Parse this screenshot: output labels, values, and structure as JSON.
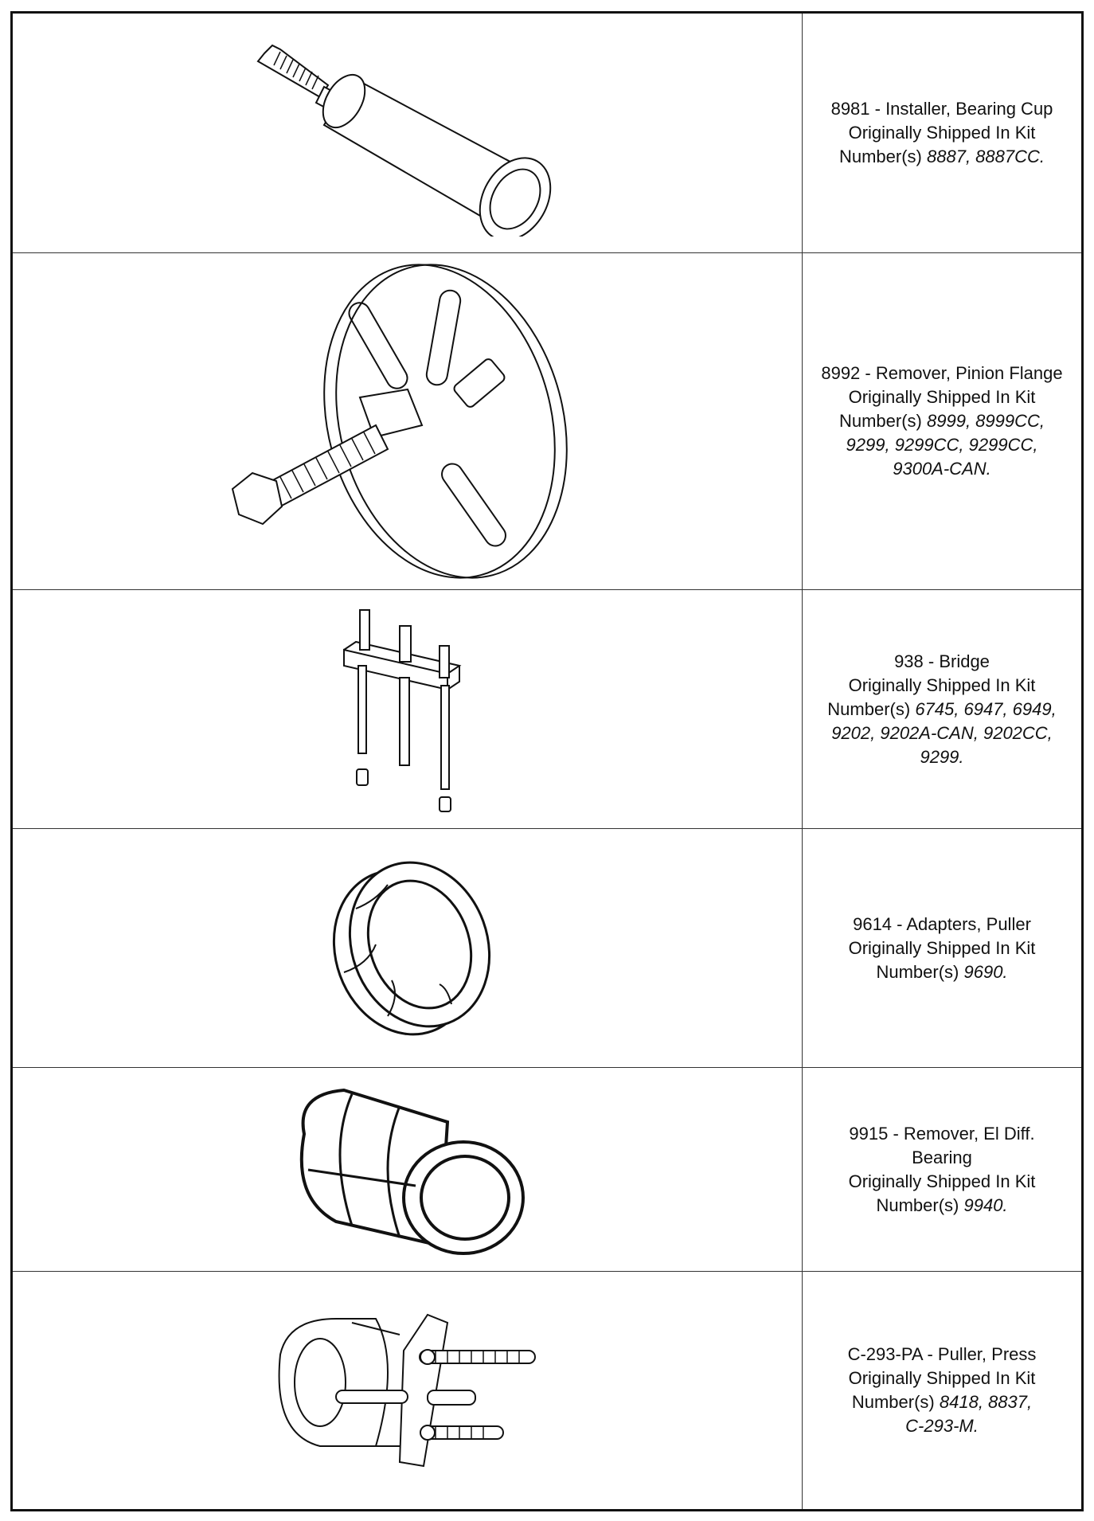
{
  "tools": [
    {
      "title": "8981 - Installer, Bearing Cup",
      "shipped": "Originally Shipped In Kit",
      "prefix": "Number(s)",
      "kits": [
        "8887, 8887CC."
      ],
      "illustration": "bearing-cup-installer"
    },
    {
      "title": "8992 - Remover, Pinion Flange",
      "shipped": "Originally Shipped In Kit",
      "prefix": "Number(s)",
      "kits": [
        "8999, 8999CC,",
        "9299, 9299CC, 9299CC,",
        "9300A-CAN."
      ],
      "illustration": "pinion-flange-remover"
    },
    {
      "title": "938 - Bridge",
      "shipped": "Originally Shipped In Kit",
      "prefix": "Number(s)",
      "kits": [
        "6745, 6947, 6949,",
        "9202, 9202A-CAN, 9202CC,",
        "9299."
      ],
      "illustration": "bridge"
    },
    {
      "title": "9614 - Adapters, Puller",
      "shipped": "Originally Shipped In Kit",
      "prefix": "Number(s)",
      "kits": [
        "9690."
      ],
      "illustration": "puller-adapters"
    },
    {
      "title_lines": [
        "9915 - Remover, El Diff.",
        "Bearing"
      ],
      "shipped": "Originally Shipped In Kit",
      "prefix": "Number(s)",
      "kits": [
        "9940."
      ],
      "illustration": "diff-bearing-remover"
    },
    {
      "title": "C-293-PA - Puller, Press",
      "shipped": "Originally Shipped In Kit",
      "prefix": "Number(s)",
      "kits": [
        "8418, 8837,",
        "C-293-M."
      ],
      "illustration": "press-puller"
    }
  ]
}
